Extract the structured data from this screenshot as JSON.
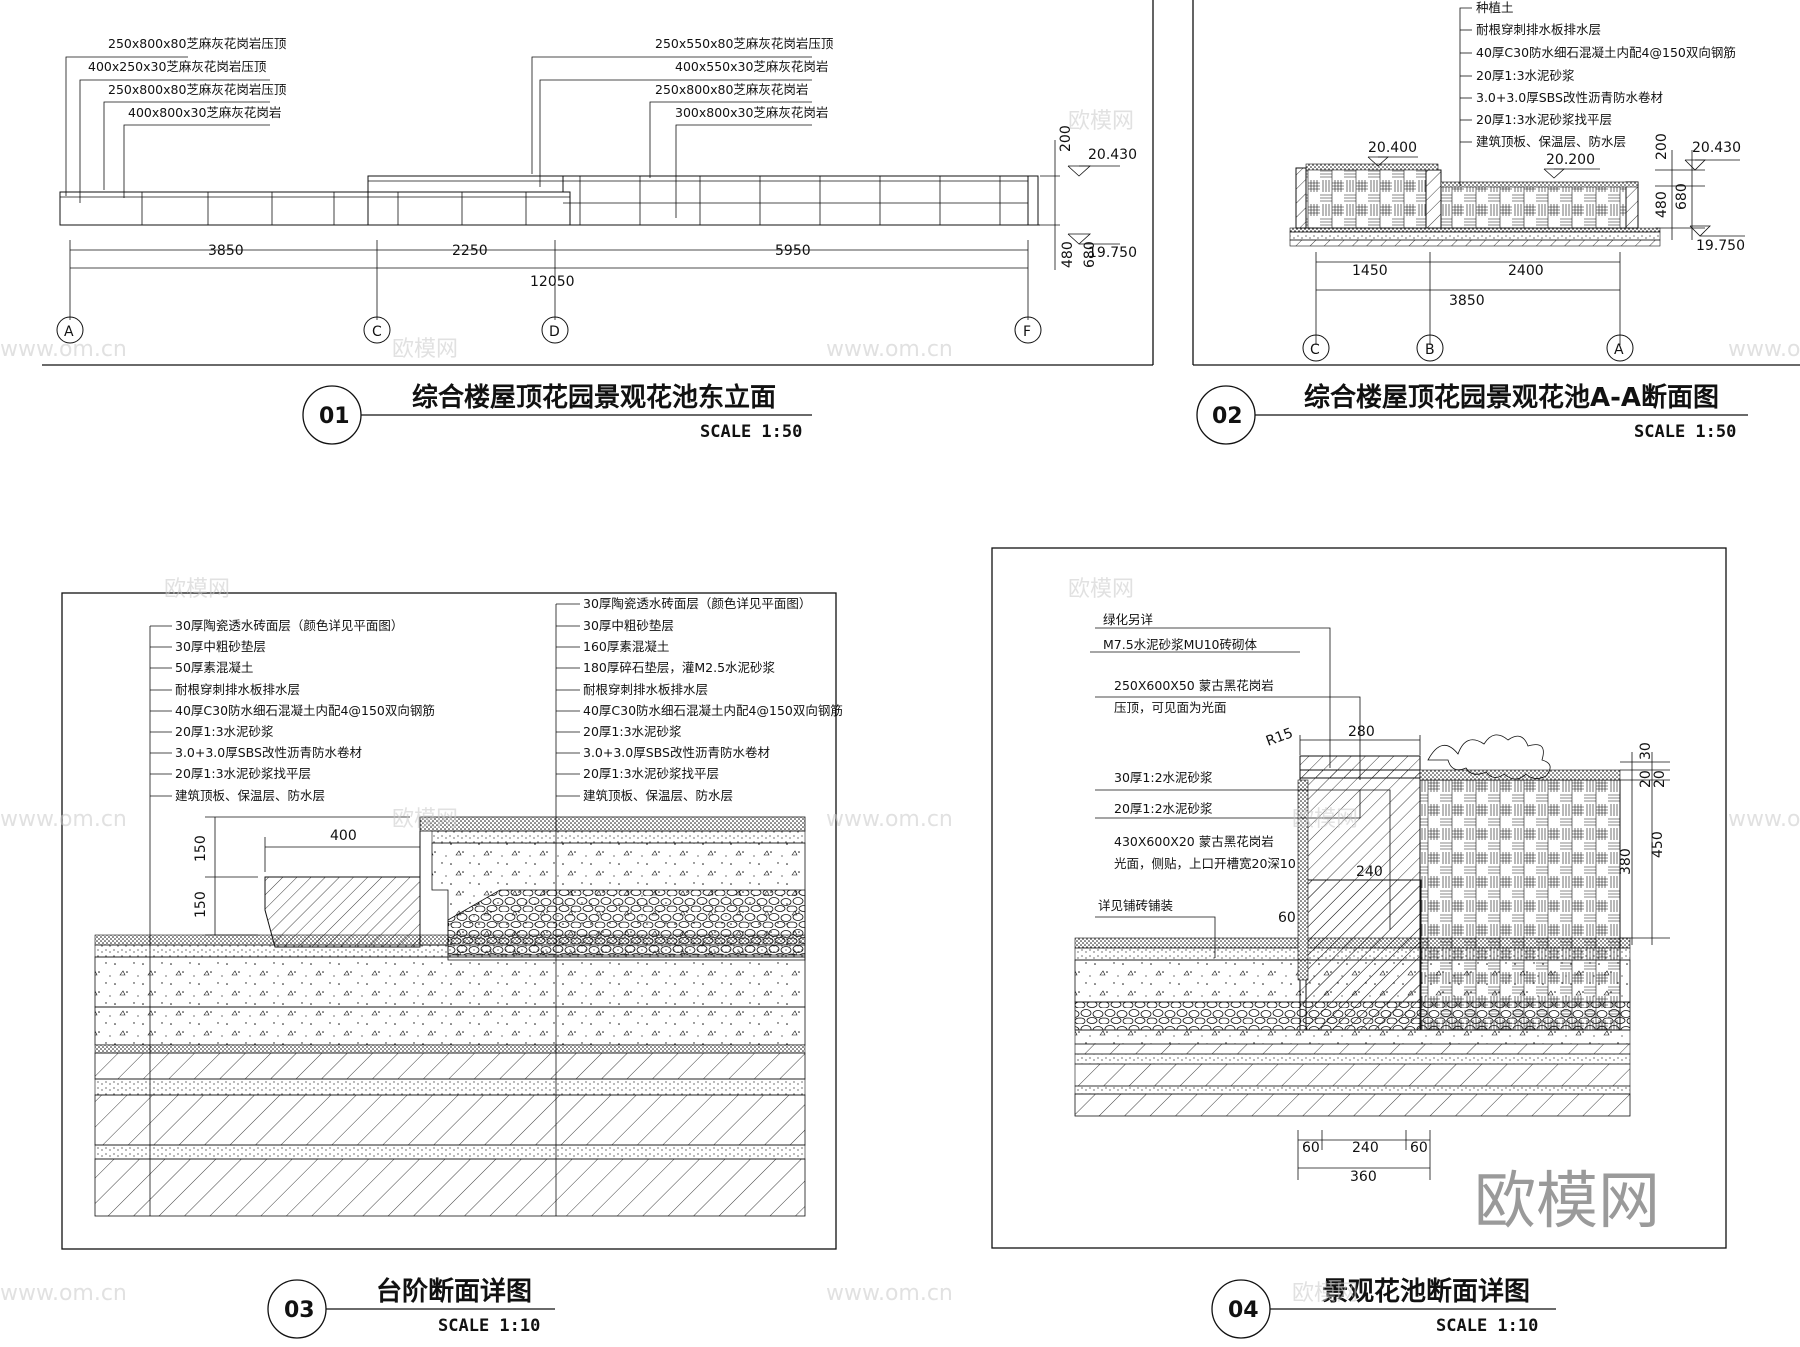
{
  "panels": [
    {
      "number": "01",
      "title": "综合楼屋顶花园景观花池东立面",
      "scale": "SCALE 1:50"
    },
    {
      "number": "02",
      "title": "综合楼屋顶花园景观花池A-A断面图",
      "scale": "SCALE 1:50"
    },
    {
      "number": "03",
      "title": "台阶断面详图",
      "scale": "SCALE 1:10"
    },
    {
      "number": "04",
      "title": "景观花池断面详图",
      "scale": "SCALE 1:10"
    }
  ],
  "p1": {
    "notes_left": [
      "250x800x80芝麻灰花岗岩压顶",
      "400x250x30芝麻灰花岗岩压顶",
      "250x800x80芝麻灰花岗岩压顶",
      "400x800x30芝麻灰花岗岩"
    ],
    "notes_right": [
      "250x550x80芝麻灰花岗岩压顶",
      "400x550x30芝麻灰花岗岩",
      "250x800x80芝麻灰花岗岩",
      "300x800x30芝麻灰花岗岩"
    ],
    "dims": [
      "3850",
      "2250",
      "5950",
      "12050"
    ],
    "side_dims": [
      "200",
      "480",
      "680"
    ],
    "levels": [
      "20.430",
      "19.750"
    ],
    "axes": [
      "A",
      "C",
      "D",
      "F"
    ]
  },
  "p2": {
    "notes": [
      "种植土",
      "耐根穿刺排水板排水层",
      "40厚C30防水细石混凝土内配4@150双向钢筋",
      "20厚1:3水泥砂浆",
      "3.0+3.0厚SBS改性沥青防水卷材",
      "20厚1:3水泥砂浆找平层",
      "建筑顶板、保温层、防水层"
    ],
    "levels_top": [
      "20.400",
      "20.200"
    ],
    "dims": [
      "1450",
      "2400",
      "3850"
    ],
    "side_dims": [
      "200",
      "480",
      "680"
    ],
    "levels": [
      "20.430",
      "19.750"
    ],
    "axes": [
      "C",
      "B",
      "A"
    ]
  },
  "p3": {
    "notes_left": [
      "30厚陶瓷透水砖面层（颜色详见平面图）",
      "30厚中粗砂垫层",
      "50厚素混凝土",
      "耐根穿刺排水板排水层",
      "40厚C30防水细石混凝土内配4@150双向钢筋",
      "20厚1:3水泥砂浆",
      "3.0+3.0厚SBS改性沥青防水卷材",
      "20厚1:3水泥砂浆找平层",
      "建筑顶板、保温层、防水层"
    ],
    "notes_right": [
      "30厚陶瓷透水砖面层（颜色详见平面图）",
      "30厚中粗砂垫层",
      "160厚素混凝土",
      "180厚碎石垫层，灌M2.5水泥砂浆",
      "耐根穿刺排水板排水层",
      "40厚C30防水细石混凝土内配4@150双向钢筋",
      "20厚1:3水泥砂浆",
      "3.0+3.0厚SBS改性沥青防水卷材",
      "20厚1:3水泥砂浆找平层",
      "建筑顶板、保温层、防水层"
    ],
    "dims": [
      "400",
      "150",
      "150"
    ]
  },
  "p4": {
    "notes": [
      "绿化另详",
      "M7.5水泥砂浆MU10砖砌体",
      "250X600X50  蒙古黑花岗岩",
      "压顶，可见面为光面",
      "30厚1:2水泥砂浆",
      "20厚1:2水泥砂浆",
      "430X600X20  蒙古黑花岗岩",
      "光面，侧贴，上口开槽宽20深10",
      "详见铺砖铺装"
    ],
    "dims": [
      "R15",
      "280",
      "240",
      "60",
      "60",
      "240",
      "60",
      "360"
    ],
    "side_dims": [
      "30",
      "20",
      "20",
      "380",
      "450"
    ]
  },
  "watermark": {
    "site": "www.om.cn",
    "brand": "欧模网"
  }
}
